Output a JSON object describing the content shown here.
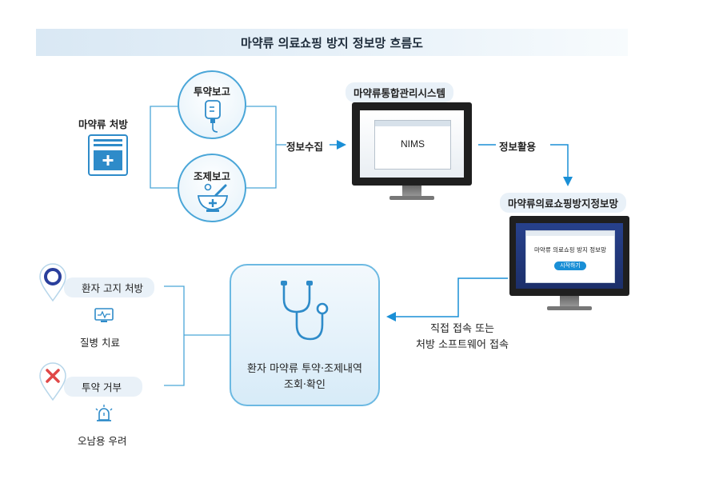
{
  "title": "마약류 의료쇼핑 방지 정보망 흐름도",
  "prescription": {
    "label": "마약류 처방"
  },
  "report_dosing": {
    "label": "투약보고"
  },
  "report_dispense": {
    "label": "조제보고"
  },
  "collect": {
    "label": "정보수집"
  },
  "system": {
    "label": "마약류통합관리시스템",
    "screen_text": "NIMS"
  },
  "use": {
    "label": "정보활용"
  },
  "network": {
    "label": "마약류의료쇼핑방지정보망",
    "screen_text": "마약류 의료쇼핑 방지 정보망",
    "start_button": "시작하기"
  },
  "access": {
    "line1": "직접 접속 또는",
    "line2": "처방 소프트웨어 접속"
  },
  "center": {
    "line1": "환자 마약류 투약·조제내역",
    "line2": "조회·확인"
  },
  "notice": {
    "pill": "환자 고지 처방",
    "caption": "질병 치료"
  },
  "refuse": {
    "pill": "투약 거부",
    "caption": "오남용 우려"
  },
  "colors": {
    "accent": "#1a8fd6",
    "line": "#4aa6d8",
    "pin_blue": "#2a3f9c",
    "pin_red": "#e04848"
  }
}
